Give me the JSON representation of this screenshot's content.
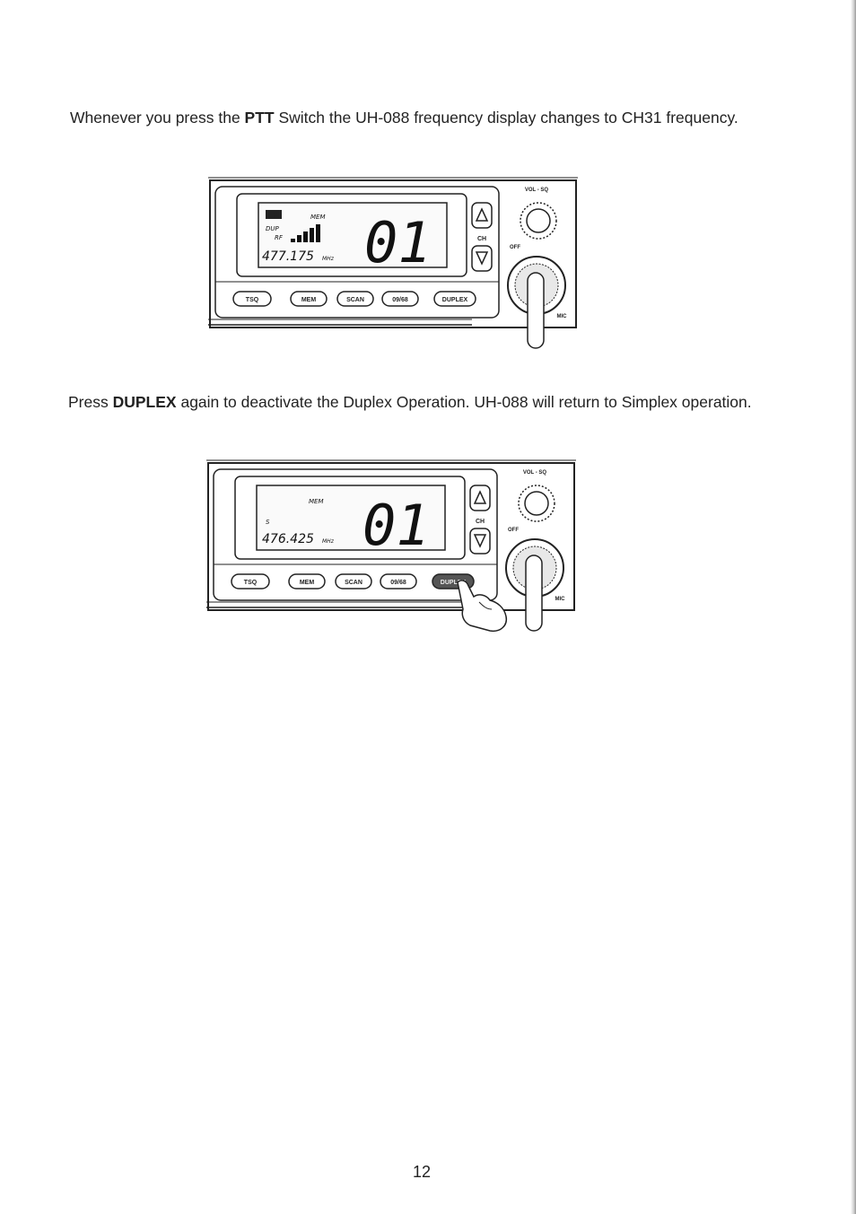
{
  "paragraph1": {
    "pre": "Whenever you press the ",
    "bold": "PTT",
    "post": " Switch the UH-088 frequency display changes to CH31 frequency."
  },
  "paragraph2": {
    "pre": "Press ",
    "bold": "DUPLEX",
    "post": " again to deactivate the Duplex Operation. UH-088 will return to Simplex operation."
  },
  "radio1": {
    "tx": "TX",
    "mem": "MEM",
    "dup": "DUP",
    "rf": "RF",
    "frequency": "477.175",
    "unit": "MHz",
    "channel": "01",
    "rf_level_bars": 5,
    "buttons": [
      "TSQ",
      "MEM",
      "SCAN",
      "09/68",
      "DUPLEX"
    ],
    "ch_label": "CH",
    "vol_sq_label": "VOL - SQ",
    "off_label": "OFF",
    "mic_label": "MIC"
  },
  "radio2": {
    "mem": "MEM",
    "s": "S",
    "frequency": "476.425",
    "unit": "MHz",
    "channel": "01",
    "buttons": [
      "TSQ",
      "MEM",
      "SCAN",
      "09/68",
      "DUPLEX"
    ],
    "ch_label": "CH",
    "vol_sq_label": "VOL - SQ",
    "off_label": "OFF",
    "mic_label": "MIC"
  },
  "page_number": "12"
}
